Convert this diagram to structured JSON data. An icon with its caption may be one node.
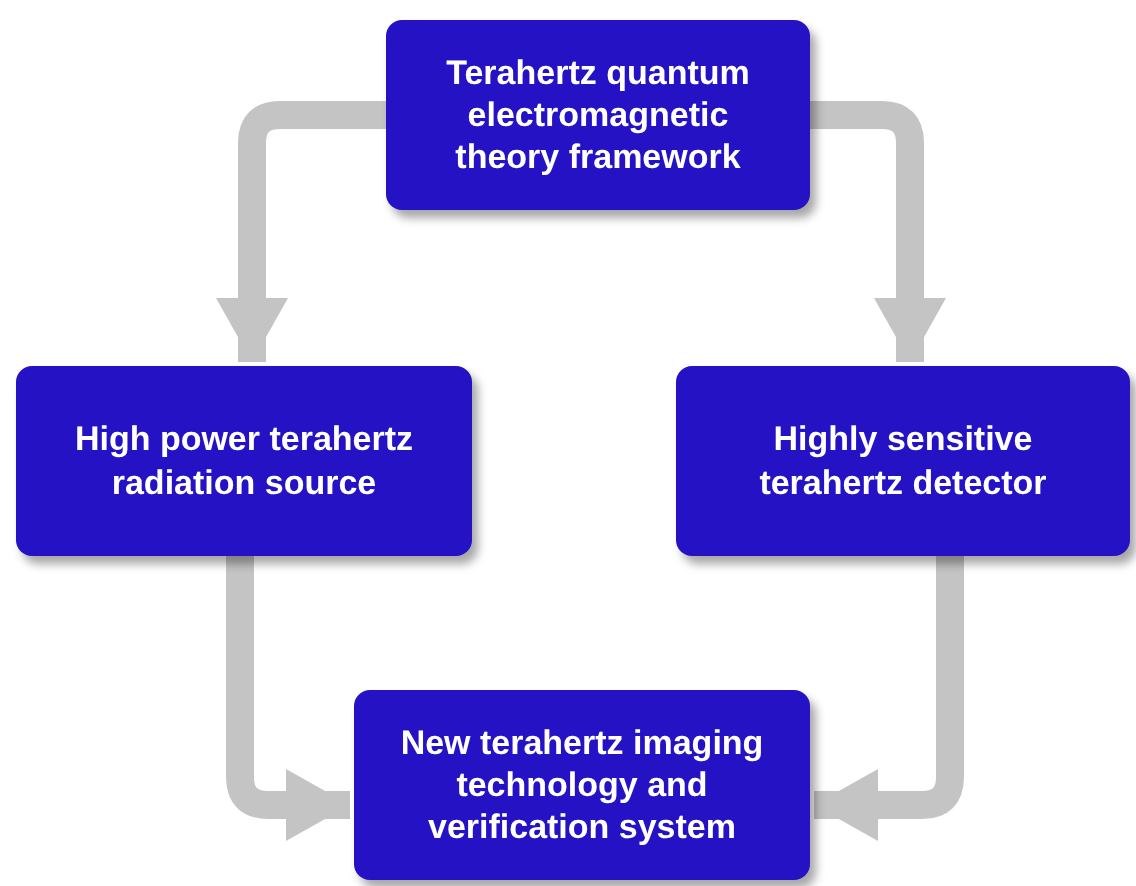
{
  "diagram": {
    "nodes": [
      {
        "text": [
          "Terahertz quantum electromagnetic theory framework"
        ]
      },
      {
        "text": [
          "High power terahertz radiation source"
        ]
      },
      {
        "text": [
          "Highly sensitive terahertz detector"
        ]
      },
      {
        "text": [
          "New terahertz imaging technology and verification system"
        ]
      }
    ],
    "edges": [
      {
        "from": 0,
        "to": 1,
        "arrow": "to"
      },
      {
        "from": 0,
        "to": 2,
        "arrow": "to"
      },
      {
        "from": 1,
        "to": 3,
        "arrow": "to"
      },
      {
        "from": 2,
        "to": 3,
        "arrow": "to"
      }
    ]
  }
}
